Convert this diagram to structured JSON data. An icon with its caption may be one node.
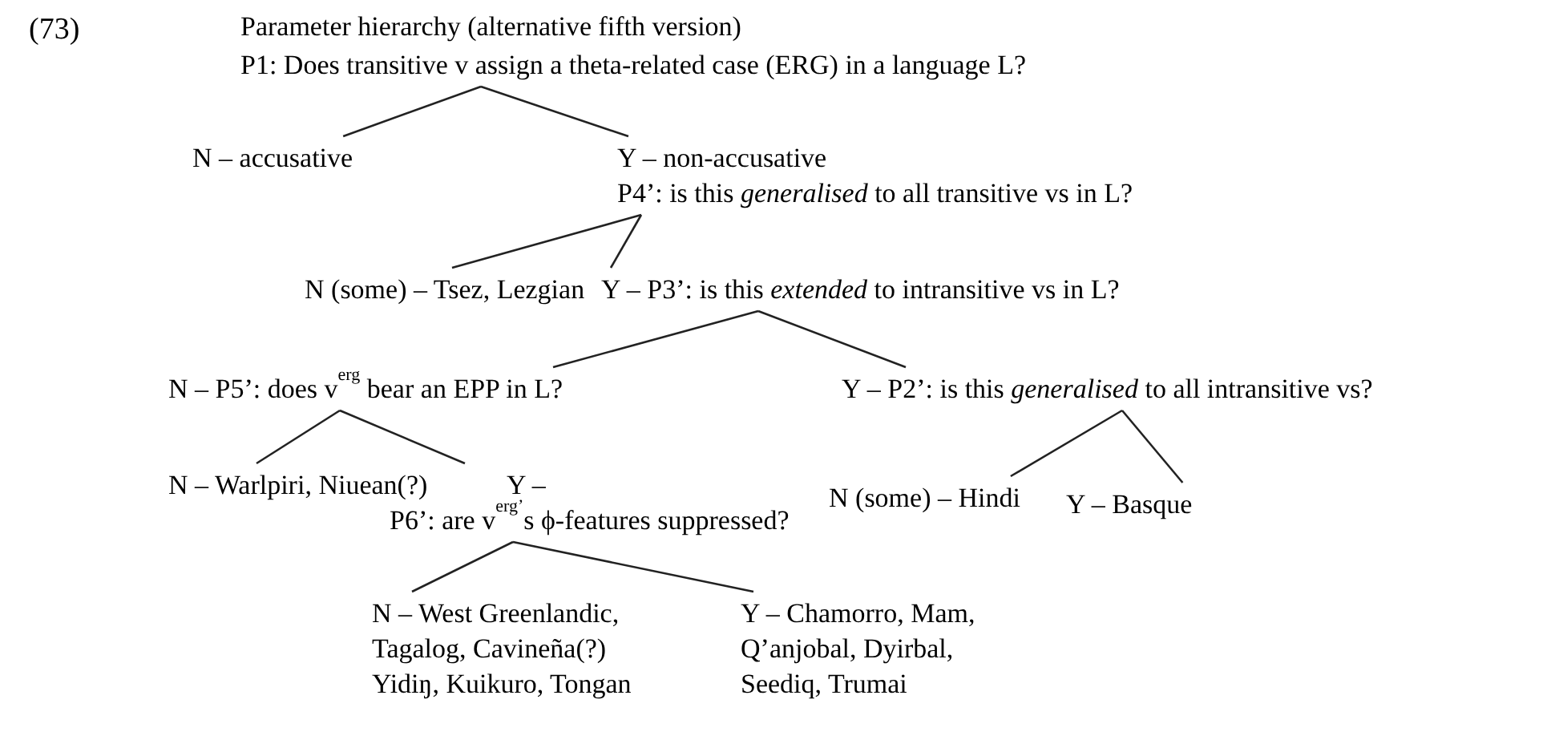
{
  "diagram": {
    "title": "Parameter hierarchy (alternative fifth version)",
    "nodes": [
      {
        "text": [
          "P1: Does transitive v assign a theta-related case (ERG) in a language L?"
        ]
      },
      {
        "text": [
          "N – accusative"
        ]
      },
      {
        "text": [
          "Y – non-accusative",
          "P4’: is this *generalised* to all transitive vs in L?"
        ]
      },
      {
        "text": [
          "N (some) – Tsez, Lezgian"
        ]
      },
      {
        "text": [
          "Y – P3’: is this *extended* to intransitive vs in L?"
        ]
      },
      {
        "text": [
          "N – P5’: does v$^{erg}$ bear an EPP in L?"
        ]
      },
      {
        "text": [
          "Y – P2’: is this *generalised* to all intransitive vs?"
        ]
      },
      {
        "text": [
          "N – Warlpiri, Niuean(?)"
        ]
      },
      {
        "text": [
          "Y –",
          "P6’: are v$^{erg’}$s ϕ-features suppressed?"
        ]
      },
      {
        "text": [
          "N (some) – Hindi"
        ]
      },
      {
        "text": [
          "Y – Basque"
        ]
      },
      {
        "text": [
          "N – West Greenlandic, Tagalog, Cavineña(?) Yidiŋ, Kuikuro, Tongan"
        ]
      },
      {
        "text": [
          "Y – Chamorro, Mam, Q’anjobal, Dyirbal, Seediq, Trumai"
        ]
      }
    ],
    "edges": [
      {
        "from": 0,
        "to": 1,
        "arrow": "none"
      },
      {
        "from": 0,
        "to": 2,
        "arrow": "none"
      },
      {
        "from": 2,
        "to": 3,
        "arrow": "none"
      },
      {
        "from": 2,
        "to": 4,
        "arrow": "none"
      },
      {
        "from": 4,
        "to": 5,
        "arrow": "none"
      },
      {
        "from": 4,
        "to": 6,
        "arrow": "none"
      },
      {
        "from": 5,
        "to": 7,
        "arrow": "none"
      },
      {
        "from": 5,
        "to": 8,
        "arrow": "none"
      },
      {
        "from": 6,
        "to": 9,
        "arrow": "none"
      },
      {
        "from": 6,
        "to": 10,
        "arrow": "none"
      },
      {
        "from": 8,
        "to": 11,
        "arrow": "none"
      },
      {
        "from": 8,
        "to": 12,
        "arrow": "none"
      }
    ],
    "labels": [
      "(73)"
    ]
  }
}
